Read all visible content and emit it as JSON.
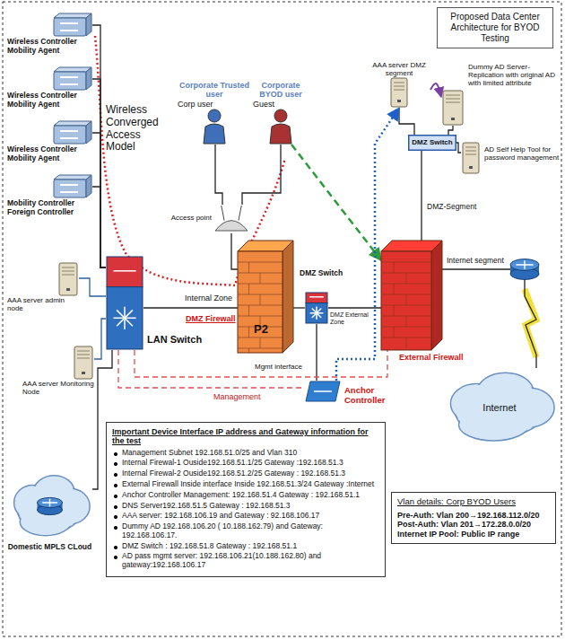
{
  "diagram": {
    "title": "Proposed Data Center Architecture for BYOD Testing",
    "nodes": [
      {
        "text": [
          "Wireless Controller Mobility Agent"
        ]
      },
      {
        "text": [
          "Wireless Controller Mobility Agent"
        ]
      },
      {
        "text": [
          "Wireless Controller Mobility Agent"
        ]
      },
      {
        "text": [
          "Mobility Controller Foreign Controller"
        ]
      },
      {
        "text": [
          "AAA server admin node"
        ]
      },
      {
        "text": [
          "AAA server Monitoring Node"
        ]
      },
      {
        "text": [
          "LAN Switch"
        ]
      },
      {
        "text": [
          "Domestic MPLS CLoud"
        ]
      },
      {
        "text": [
          "Corporate Trusted user",
          "Corp user"
        ]
      },
      {
        "text": [
          "Corporate BYOD user",
          "Guest"
        ]
      },
      {
        "text": [
          "Access point"
        ]
      },
      {
        "text": [
          "P2",
          "DMZ Firewall"
        ]
      },
      {
        "text": [
          "DMZ Switch"
        ]
      },
      {
        "text": [
          "Anchor Controller"
        ]
      },
      {
        "text": [
          "AAA server DMZ segment"
        ]
      },
      {
        "text": [
          "Dummy AD Server-Replication with original AD with limited attribute"
        ]
      },
      {
        "text": [
          "DMZ Switch"
        ]
      },
      {
        "text": [
          "AD Self Help Tool for password management"
        ]
      },
      {
        "text": [
          "External Firewall"
        ]
      },
      {
        "text": [
          "Internet"
        ]
      },
      {
        "text": [
          "Important Device Interface IP address and Gateway information for the test",
          "Management Subnet 192.168.51.0/25 and Vlan 310",
          "Internal Firewal-1 Ouside192.168.51.1/25 Gateway :192.168.51.3",
          "Internal Firewal-2 Ouside192.168.51.2/25 Gateway : 192.168.51.3",
          "External Firewall Inside interface Inside 192.168.51.3/24 Gateway :Internet",
          "Anchor Controller Management: 192.168.51.4 Gateway : 192.168.51.1",
          "DNS Server192.168.51.5 Gateway : 192.168.51.3",
          "AAA server: 192.168.106.19 and Gateway : 92.168.106.17",
          "Dummy AD 192.168.106.20 ( 10.188.162.79) and Gateway: 192.168.106.17.",
          "DMZ Switch : 192.168.51.8 Gateway : 192.168.51.1",
          "AD pass mgmt server: 192.168.106.21(10.188.162.80) and gateway:192.168.106.17"
        ]
      },
      {
        "text": [
          "Vlan details: Corp BYOD Users",
          "Pre-Auth: Vlan 200→192.168.112.0/20",
          "Post-Auth: Vlan 201→172.28.0.0/20",
          "Internet IP Pool: Public IP range"
        ]
      }
    ],
    "edges": [
      {
        "from": 0,
        "to": 6,
        "arrow": "none"
      },
      {
        "from": 1,
        "to": 6,
        "arrow": "none"
      },
      {
        "from": 2,
        "to": 6,
        "arrow": "none"
      },
      {
        "from": 3,
        "to": 6,
        "arrow": "none"
      },
      {
        "from": 4,
        "to": 6,
        "arrow": "none"
      },
      {
        "from": 5,
        "to": 6,
        "arrow": "none"
      },
      {
        "from": 7,
        "to": 6,
        "arrow": "none"
      },
      {
        "from": 8,
        "to": 10,
        "arrow": "none"
      },
      {
        "from": 9,
        "to": 10,
        "arrow": "none"
      },
      {
        "from": 10,
        "to": 11,
        "arrow": "none"
      },
      {
        "from": 6,
        "to": 11,
        "arrow": "none"
      },
      {
        "from": 11,
        "to": 12,
        "arrow": "none"
      },
      {
        "from": 12,
        "to": 13,
        "arrow": "none"
      },
      {
        "from": 12,
        "to": 18,
        "arrow": "none"
      },
      {
        "from": 18,
        "to": 16,
        "arrow": "none"
      },
      {
        "from": 16,
        "to": 14,
        "arrow": "none"
      },
      {
        "from": 16,
        "to": 15,
        "arrow": "none"
      },
      {
        "from": 16,
        "to": 17,
        "arrow": "none"
      },
      {
        "from": 18,
        "to": 19,
        "arrow": "none"
      },
      {
        "from": 6,
        "to": 13,
        "arrow": "none",
        "label": "Management"
      },
      {
        "from": 6,
        "to": 18,
        "arrow": "none"
      },
      {
        "from": 9,
        "to": 18,
        "arrow": "to"
      },
      {
        "from": 13,
        "to": 14,
        "arrow": "to"
      },
      {
        "from": 14,
        "to": 15,
        "arrow": "to"
      }
    ],
    "labels": [
      "Wireless Converged Access Model",
      "Internal Zone",
      "DMZ External Zone",
      "Mgmt interface",
      "DMZ-Segment",
      "Internet segment"
    ]
  }
}
